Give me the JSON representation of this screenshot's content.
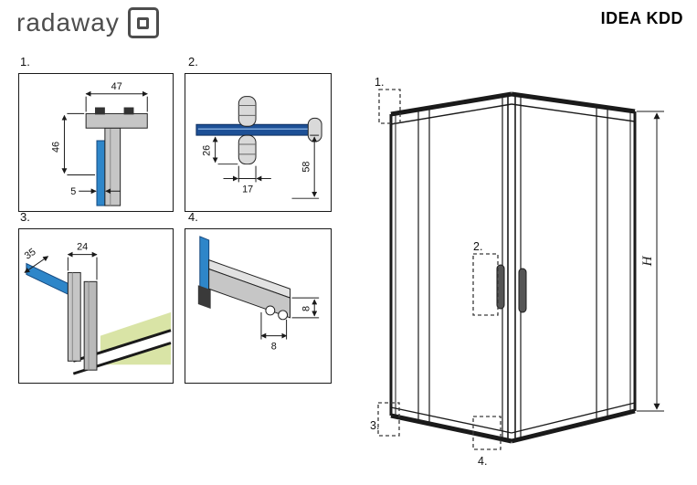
{
  "header": {
    "logo_text": "radaway",
    "title": "IDEA KDD"
  },
  "details": [
    {
      "label": "1.",
      "dims": [
        "47",
        "46",
        "5"
      ]
    },
    {
      "label": "2.",
      "dims": [
        "26",
        "17",
        "58"
      ]
    },
    {
      "label": "3.",
      "dims": [
        "24",
        "35"
      ]
    },
    {
      "label": "4.",
      "dims": [
        "8",
        "8"
      ]
    }
  ],
  "main": {
    "callouts": [
      "1.",
      "2.",
      "3.",
      "4."
    ],
    "height_label": "H"
  },
  "colors": {
    "glass_blue": "#2e86c9",
    "glass_blue_dark": "#14477e",
    "rail_navy": "#1d5096",
    "profile_gray": "#c6c6c6",
    "floor_green": "#d9e4a6",
    "line_black": "#1a1a1a"
  }
}
